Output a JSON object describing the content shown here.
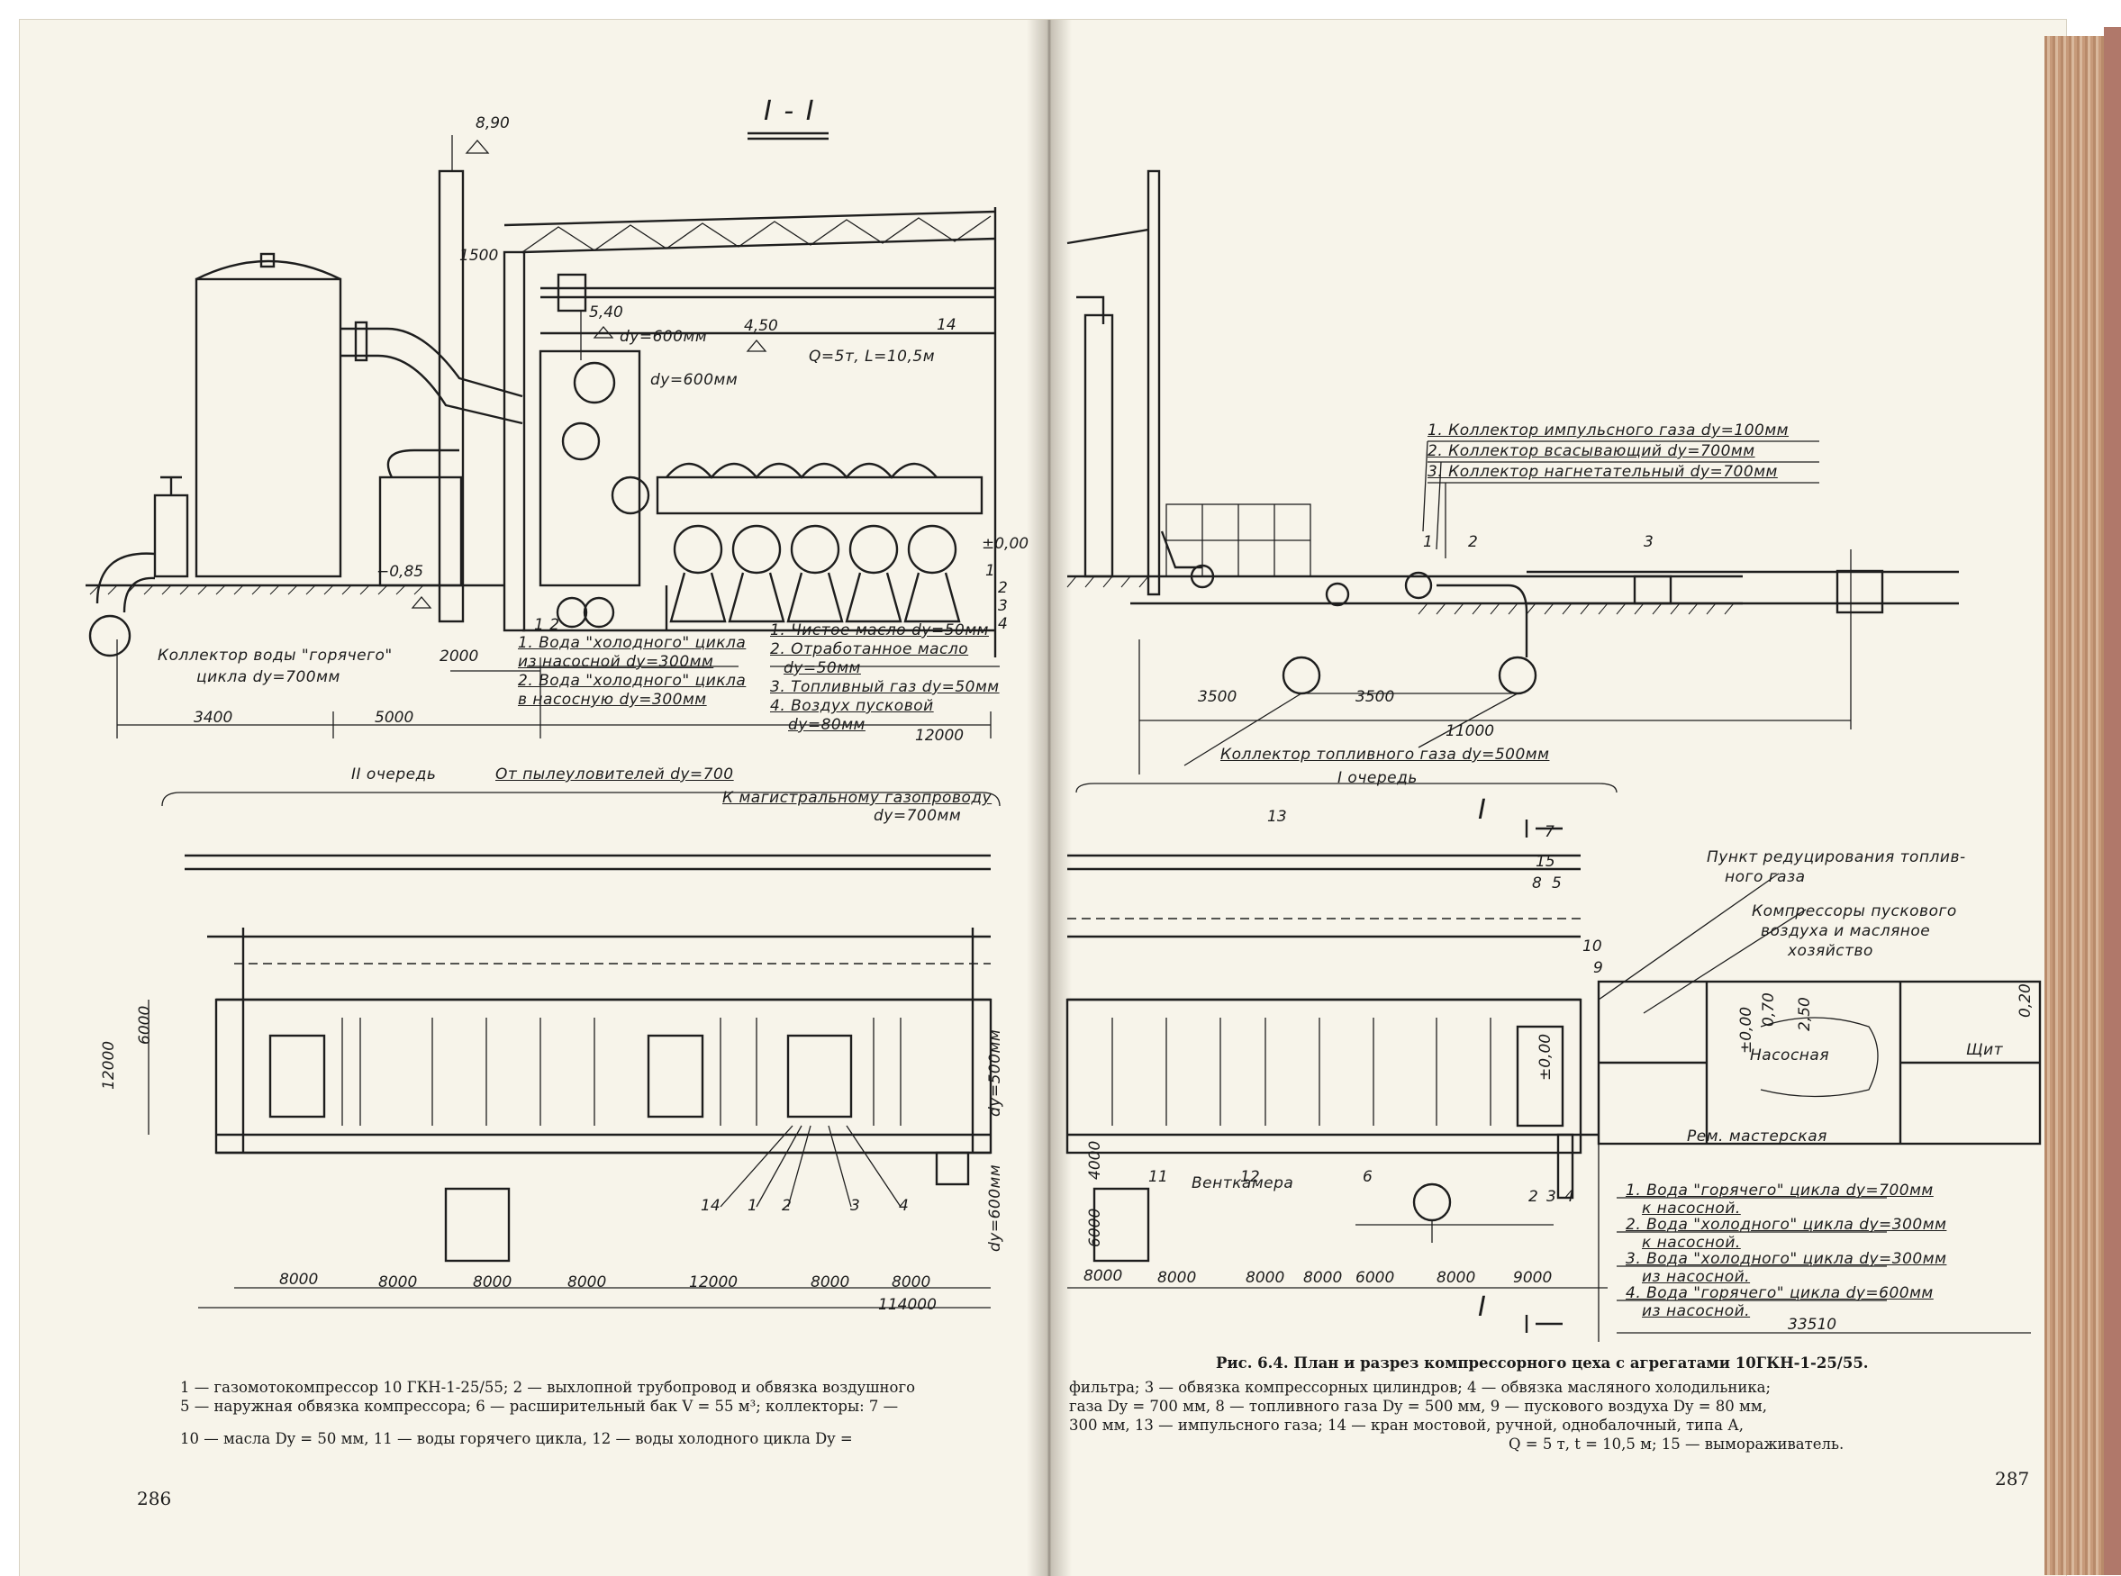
{
  "section_title": "I - I",
  "left": {
    "elev": {
      "e890": "8,90",
      "e540": "5,40",
      "e450": "4,50",
      "e000": "±0,00",
      "em085": "−0,85",
      "d1500": "1500"
    },
    "pipe_labels": {
      "dy600a": "dy=600мм",
      "dy600b": "dy=600мм",
      "crane": "Q=5т, L=10,5м",
      "n14": "14"
    },
    "collector_hot": {
      "line1": "Коллектор воды \"горячего\"",
      "line2": "цикла  dy=700мм"
    },
    "dims_section": {
      "d2000": "2000",
      "d3400": "3400",
      "d5000": "5000",
      "d12000": "12000"
    },
    "legend_a": {
      "nums": "1  2",
      "i1": "1. Вода \"холодного\" цикла",
      "i1b": "из насосной dy=300мм",
      "i2": "2. Вода \"холодного\" цикла",
      "i2b": "в насосную dy=300мм"
    },
    "legend_b": {
      "i1": "1. Чистое масло dy=50мм",
      "i2": "2. Отработанное масло",
      "i2b": "dy=50мм",
      "i3": "3. Топливный газ dy=50мм",
      "i4": "4. Воздух пусковой",
      "i4b": "dy=80мм"
    },
    "row_labels": {
      "n1": "1",
      "n2": "2",
      "n3": "3",
      "n4": "4"
    },
    "plan": {
      "queue": "II очередь",
      "from_dust": "От пылеуловителей dy=700",
      "to_main": "К магистральному газопроводу",
      "to_main_b": "dy=700мм",
      "dim12000": "12000",
      "dim6000": "6000",
      "dy500": "dy=500мм",
      "dy600": "dy=600мм",
      "marks": [
        "14",
        "1",
        "2",
        "3",
        "4"
      ],
      "dims": [
        "8000",
        "8000",
        "8000",
        "8000",
        "12000",
        "8000",
        "8000"
      ],
      "total": "114000"
    }
  },
  "right": {
    "collectors": {
      "c1": "1. Коллектор импульсного газа dy=100мм",
      "c2": "2. Коллектор всасывающий dy=700мм",
      "c3": "3. Коллектор нагнетательный dy=700мм"
    },
    "nums": {
      "n1": "1",
      "n2": "2",
      "n3": "3"
    },
    "dims": {
      "d3500a": "3500",
      "d3500b": "3500",
      "d11000": "11000"
    },
    "fuel": "Коллектор топливного газа dy=500мм",
    "plan": {
      "queue": "I очередь",
      "section_mark": "I",
      "point": "Пункт редуцирования топлив-",
      "point_b": "ного газа",
      "comp": "Компрессоры пускового",
      "comp_b": "воздуха и масляное",
      "comp_b2": "хозяйство",
      "marks": [
        "13",
        "7",
        "15",
        "8",
        "5",
        "10",
        "9",
        "11",
        "12",
        "6",
        "2",
        "3",
        "4"
      ],
      "pump": "Насосная",
      "shield": "Щит",
      "repair": "Рем. мастерская",
      "vent": "Венткамера",
      "e250": "2,50",
      "e070": "0,70",
      "e000": "±0,00",
      "e000b": "±0,00",
      "e0.70": "0,70",
      "e020": "0,20",
      "w1": "1. Вода \"горячего\" цикла dy=700мм",
      "w1b": "к насосной.",
      "w2": "2. Вода \"холодного\" цикла dy=300мм",
      "w2b": "к насосной.",
      "w3": "3. Вода \"холодного\" цикла dy=300мм",
      "w3b": "из насосной.",
      "w4": "4. Вода \"горячего\" цикла dy=600мм",
      "w4b": "из насосной.",
      "dims": [
        "8000",
        "8000",
        "8000",
        "8000",
        "6000",
        "8000",
        "9000"
      ],
      "d6000": "6000",
      "d4000": "4000",
      "total": "33510"
    }
  },
  "caption": {
    "title": "Рис. 6.4. План и разрез компрессорного цеха с агрегатами 10ГКН-1-25/55.",
    "l1": "1 — газомотокомпрессор 10 ГКН-1-25/55; 2 — выхлопной трубопровод и обвязка воздушного",
    "r1": "фильтра; 3 — обвязка компрессорных цилиндров; 4 — обвязка масляного холодильника;",
    "l2": "5 — наружная обвязка компрессора; 6 — расширительный бак V = 55 м³; коллекторы: 7 —",
    "r2": "газа Dy = 700 мм, 8 — топливного газа Dy = 500 мм, 9 — пускового воздуха Dy = 80 мм,",
    "l3": "10 — масла Dy = 50 мм,  11 — воды горячего цикла,  12 — воды холодного цикла Dy =",
    "r3": "300 мм,  13 — импульсного газа;  14 — кран мостовой, ручной, однобалочный, типа А,",
    "r4": "Q = 5 т, t = 10,5 м; 15 — вымораживатель."
  },
  "page_numbers": {
    "left": "286",
    "right": "287"
  }
}
